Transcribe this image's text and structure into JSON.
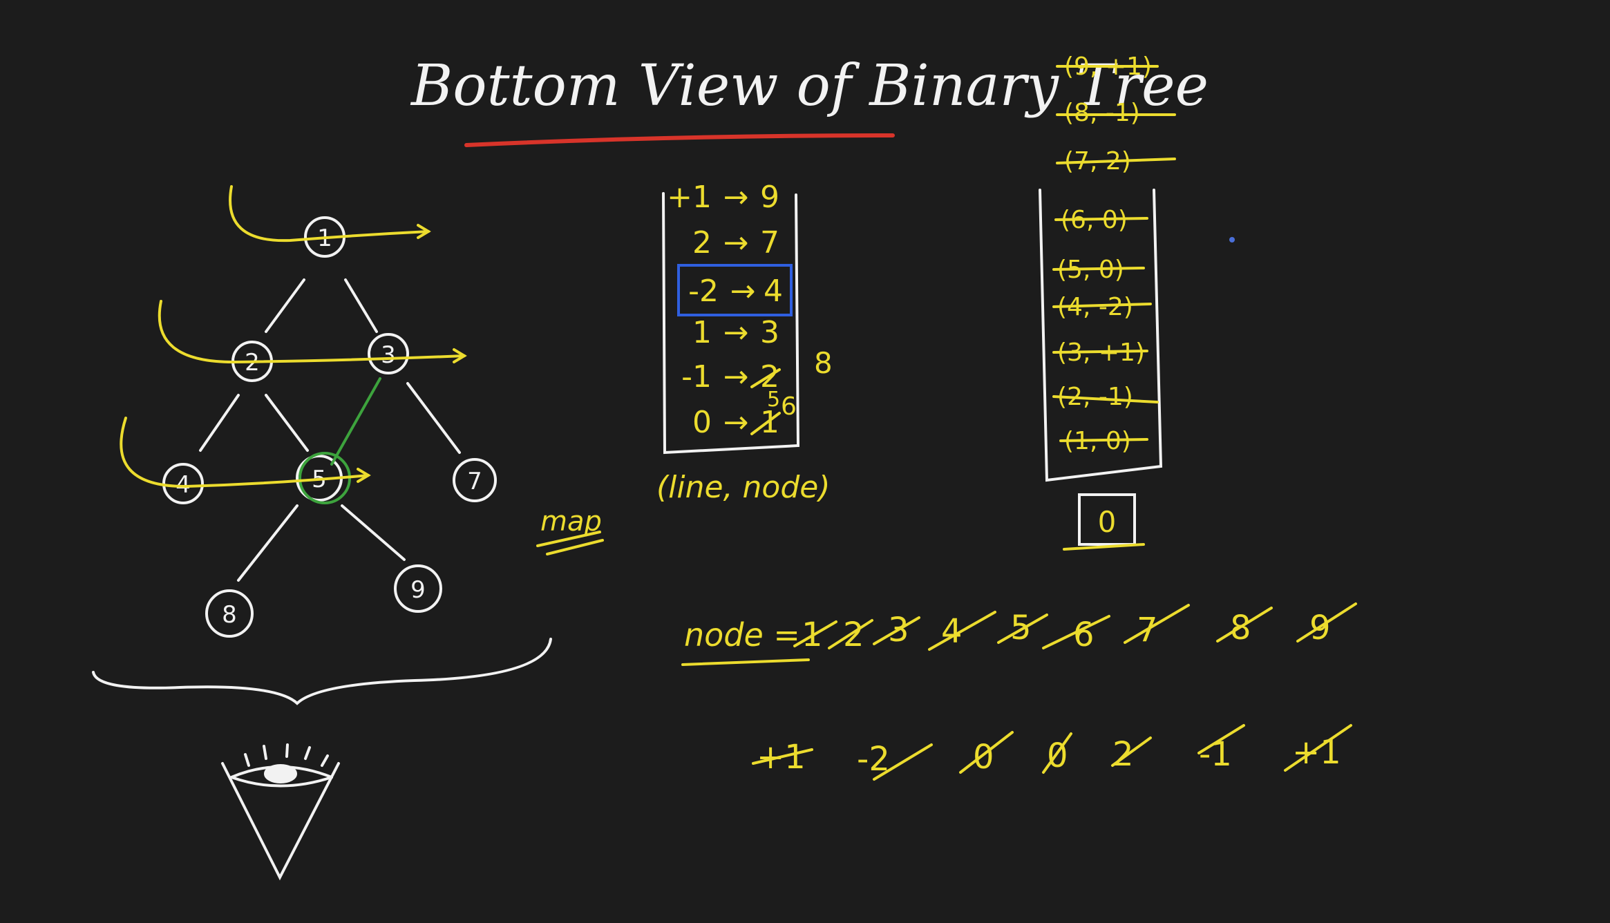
{
  "title": "Bottom View of Binary Tree",
  "colors": {
    "background": "#1c1c1c",
    "chalk": "#f2f2f2",
    "yellow": "#ecdc2e",
    "red": "#d8342a",
    "green": "#3da33d",
    "blue": "#2f5fe0"
  },
  "tree": {
    "nodes": [
      "1",
      "2",
      "3",
      "4",
      "5",
      "7",
      "8",
      "9"
    ],
    "eye_icon": "eye-icon"
  },
  "map": {
    "label": "map",
    "rows": [
      {
        "line": "+1",
        "node": "9"
      },
      {
        "line": "2",
        "node": "7"
      },
      {
        "line": "-2",
        "node": "4"
      },
      {
        "line": "1",
        "node": "3"
      },
      {
        "line": "-1",
        "node": "2"
      },
      {
        "line": "0",
        "node": "1"
      }
    ],
    "overwrites": {
      "minus1_new": "8",
      "zero_new1": "5",
      "zero_new2": "6"
    },
    "caption": "(line, node)"
  },
  "queue": {
    "items": [
      "(9, +1)",
      "(8, -1)",
      "(7, 2)",
      "(6, 0)",
      "(5, 0)",
      "(4, -2)",
      "(3, +1)",
      "(2, -1)",
      "(1, 0)"
    ],
    "bottom_cell": "0"
  },
  "node_row": {
    "label": "node =",
    "values": [
      "1",
      "2",
      "3",
      "4",
      "5",
      "6",
      "7",
      "8",
      "9"
    ]
  },
  "line_row": {
    "values": [
      "+1",
      "-2",
      "0",
      "0",
      "2",
      "-1",
      "+1"
    ]
  }
}
